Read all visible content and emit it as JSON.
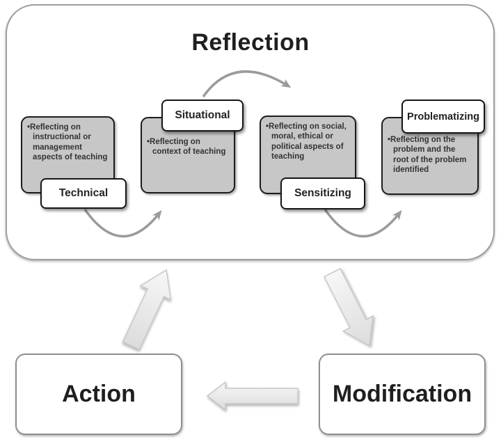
{
  "diagram": {
    "title": "Reflection",
    "stages": [
      {
        "label": "Technical",
        "bullet": "•Reflecting on\ninstructional or\nmanagement\naspects of teaching"
      },
      {
        "label": "Situational",
        "bullet": "•Reflecting on\ncontext of teaching"
      },
      {
        "label": "Sensitizing",
        "bullet": "•Reflecting on social,\nmoral, ethical or\npolitical aspects of\nteaching"
      },
      {
        "label": "Problematizing",
        "bullet": "•Reflecting on the\nproblem and the\nroot of the problem\nidentified"
      }
    ],
    "nodes": [
      {
        "label": "Action"
      },
      {
        "label": "Modification"
      }
    ],
    "colors": {
      "stage-fill": "#c7c7c7",
      "stage-border": "#1c1c1c",
      "label-fill": "#ffffff",
      "label-border": "#161616",
      "container-border": "#9e9e9e",
      "curve-arrow": "#9b9b9b",
      "block-arrow-fill": "#eeeeee",
      "block-arrow-edge": "#c6c6c6",
      "text": "#262626"
    }
  }
}
